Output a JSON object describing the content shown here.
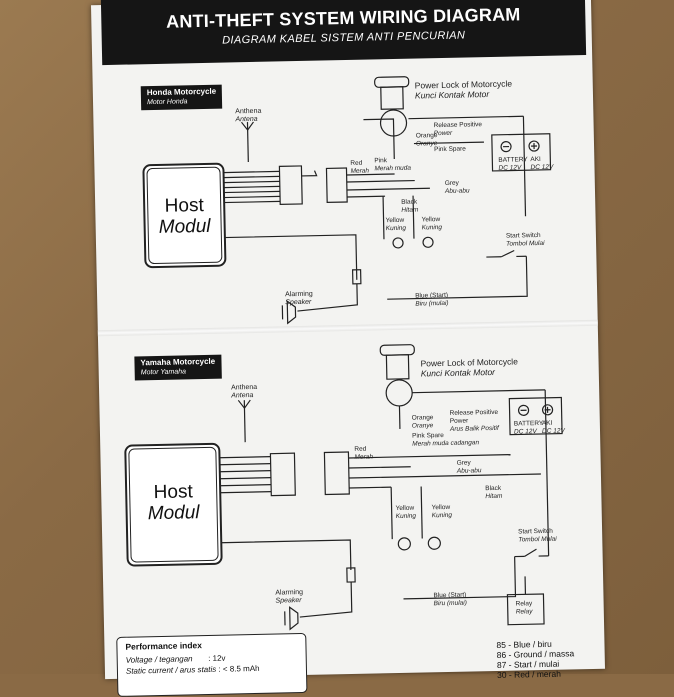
{
  "header": {
    "title": "ANTI-THEFT SYSTEM WIRING DIAGRAM",
    "subtitle": "DIAGRAM KABEL SISTEM ANTI PENCURIAN"
  },
  "honda": {
    "tag_title": "Honda Motorcycle",
    "tag_sub": "Motor Honda",
    "antenna": "Anthena",
    "antenna_sub": "Antena",
    "host_line1": "Host",
    "host_line2": "Modul",
    "power_lock": "Power Lock of Motorcycle",
    "power_lock_sub": "Kunci Kontak Motor",
    "orange": "Orange",
    "orange_sub": "Oranye",
    "release": "Release Positive",
    "release_sub": "Power",
    "pink_spare": "Pink Spare",
    "battery": "BATTERY",
    "battery_sub": "DC 12V",
    "aki": "AKI",
    "aki_sub": "DC 12V",
    "red": "Red",
    "red_sub": "Merah",
    "pink": "Pink",
    "pink_sub": "Merah muda",
    "grey": "Grey",
    "grey_sub": "Abu-abu",
    "black": "Black",
    "black_sub": "Hitam",
    "yellow1": "Yellow",
    "yellow1_sub": "Kuning",
    "yellow2": "Yellow",
    "yellow2_sub": "Kuning",
    "start_switch": "Start Switch",
    "start_switch_sub": "Tombol Mulai",
    "alarming": "Alarming",
    "alarming_sub": "Speaker",
    "blue_start": "Blue (Start)",
    "blue_start_sub": "Biru (mulai)"
  },
  "yamaha": {
    "tag_title": "Yamaha Motorcycle",
    "tag_sub": "Motor Yamaha",
    "antenna": "Anthena",
    "antenna_sub": "Antena",
    "host_line1": "Host",
    "host_line2": "Modul",
    "power_lock": "Power Lock of Motorcycle",
    "power_lock_sub": "Kunci Kontak Motor",
    "orange": "Orange",
    "orange_sub": "Oranye",
    "release": "Release Positive",
    "release_sub": "Power",
    "release_sub2": "Arus Balik Positif",
    "pink_spare": "Pink Spare",
    "pink_spare_sub": "Merah muda cadangan",
    "battery": "BATTERY",
    "battery_sub": "DC 12V",
    "aki": "AKI",
    "aki_sub": "DC 12V",
    "red": "Red",
    "red_sub": "Merah",
    "grey": "Grey",
    "grey_sub": "Abu-abu",
    "black": "Black",
    "black_sub": "Hitam",
    "yellow1": "Yellow",
    "yellow1_sub": "Kuning",
    "yellow2": "Yellow",
    "yellow2_sub": "Kuning",
    "start_switch": "Start Switch",
    "start_switch_sub": "Tombol Mulai",
    "alarming": "Alarming",
    "alarming_sub": "Speaker",
    "blue_start": "Blue (Start)",
    "blue_start_sub": "Biru (mulai)",
    "relay": "Relay",
    "relay_sub": "Relay"
  },
  "performance": {
    "title": "Performance index",
    "voltage_label": "Voltage / tegangan",
    "voltage_value": ": 12v",
    "static_label": "Static current / arus statis",
    "static_value": ": < 8.5 mAh"
  },
  "relay_pins": [
    "85 - Blue / biru",
    "86 - Ground / massa",
    "87 - Start / mulai",
    "30 - Red / merah"
  ]
}
